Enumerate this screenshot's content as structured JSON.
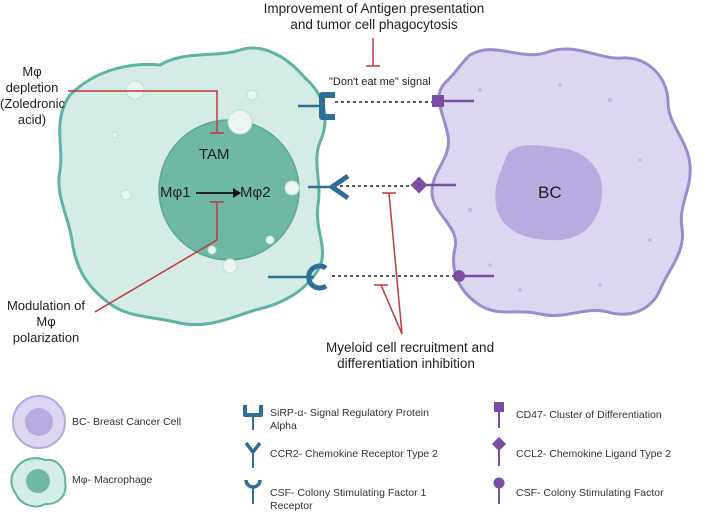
{
  "annotations": {
    "improvement": [
      "Improvement of Antigen presentation",
      "and tumor cell phagocytosis"
    ],
    "dont_eat_me": "\"Don't eat me\" signal",
    "depletion": [
      "Mφ",
      "depletion",
      "(Zoledronic",
      "acid)"
    ],
    "tam": "TAM",
    "m1": "Mφ1",
    "m2": "Mφ2",
    "bc": "BC",
    "modulation": [
      "Modulation of",
      "Mφ",
      "polarization"
    ],
    "myeloid": [
      "Myeloid cell recruitment and",
      "differentiation inhibition"
    ]
  },
  "legend": {
    "bc": "BC- Breast Cancer Cell",
    "macrophage": "Mφ- Macrophage",
    "sirp": [
      "SiRP-α- Signal Regulatory Protein",
      "Alpha"
    ],
    "ccr2": "CCR2- Chemokine Receptor Type 2",
    "csf1r": [
      "CSF- Colony Stimulating Factor 1",
      "Receptor"
    ],
    "cd47": "CD47- Cluster of Differentiation",
    "ccl2": "CCL2- Chemokine Ligand Type 2",
    "csf": "CSF- Colony Stimulating Factor"
  },
  "colors": {
    "macrophage_fill": "#d4ece5",
    "macrophage_stroke": "#5fb3a2",
    "nucleus_fill": "#6fb8a6",
    "bc_fill": "#dcd6f0",
    "bc_stroke": "#9b8ccc",
    "bc_nucleus": "#b7abe0",
    "receptor": "#2e6f96",
    "ligand": "#7a4fa3",
    "inhibition": "#c0393b"
  }
}
